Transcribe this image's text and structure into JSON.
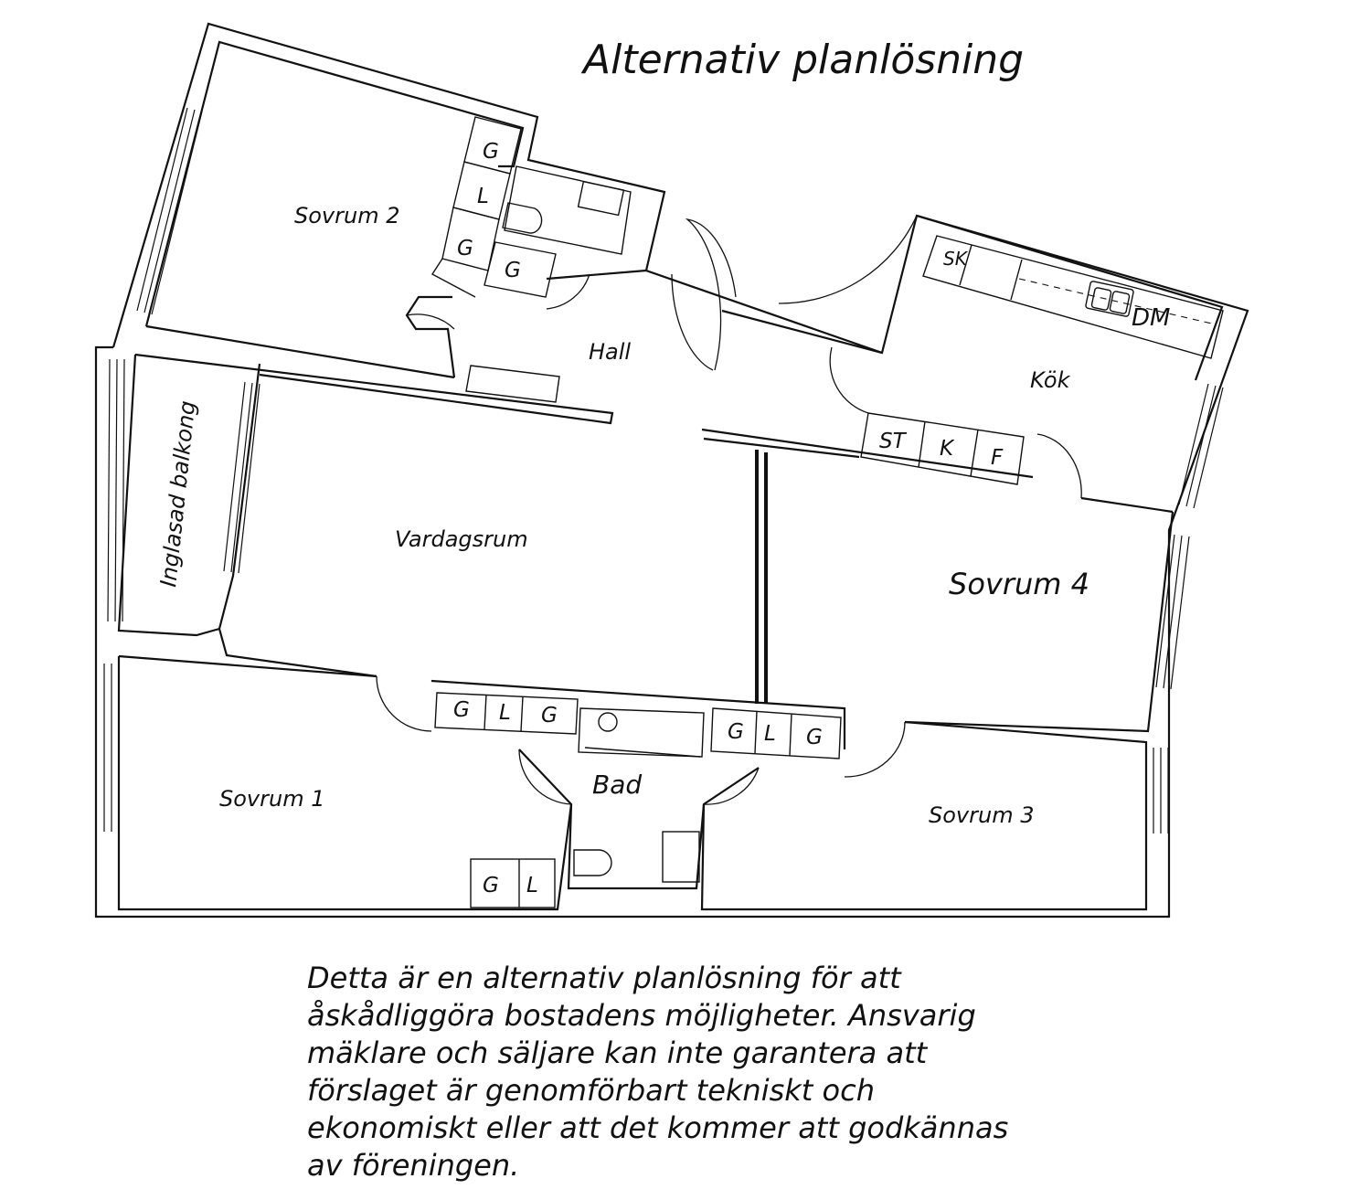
{
  "title": "Alternativ planlösning",
  "rooms": {
    "sovrum2": "Sovrum 2",
    "hall": "Hall",
    "kok": "Kök",
    "balkong": "Inglasad balkong",
    "vardagsrum": "Vardagsrum",
    "sovrum4": "Sovrum 4",
    "sovrum1": "Sovrum 1",
    "bad": "Bad",
    "sovrum3": "Sovrum 3"
  },
  "fixtures": {
    "g": "G",
    "l": "L",
    "sk": "SK",
    "dm": "DM",
    "st": "ST",
    "k": "K",
    "f": "F"
  },
  "disclaimer": [
    "Detta är en alternativ planlösning för att",
    "åskådliggöra bostadens möjligheter. Ansvarig",
    "mäklare och säljare kan inte garantera att",
    "förslaget är genomförbart tekniskt och",
    "ekonomiskt eller att det kommer att godkännas",
    "av föreningen."
  ]
}
